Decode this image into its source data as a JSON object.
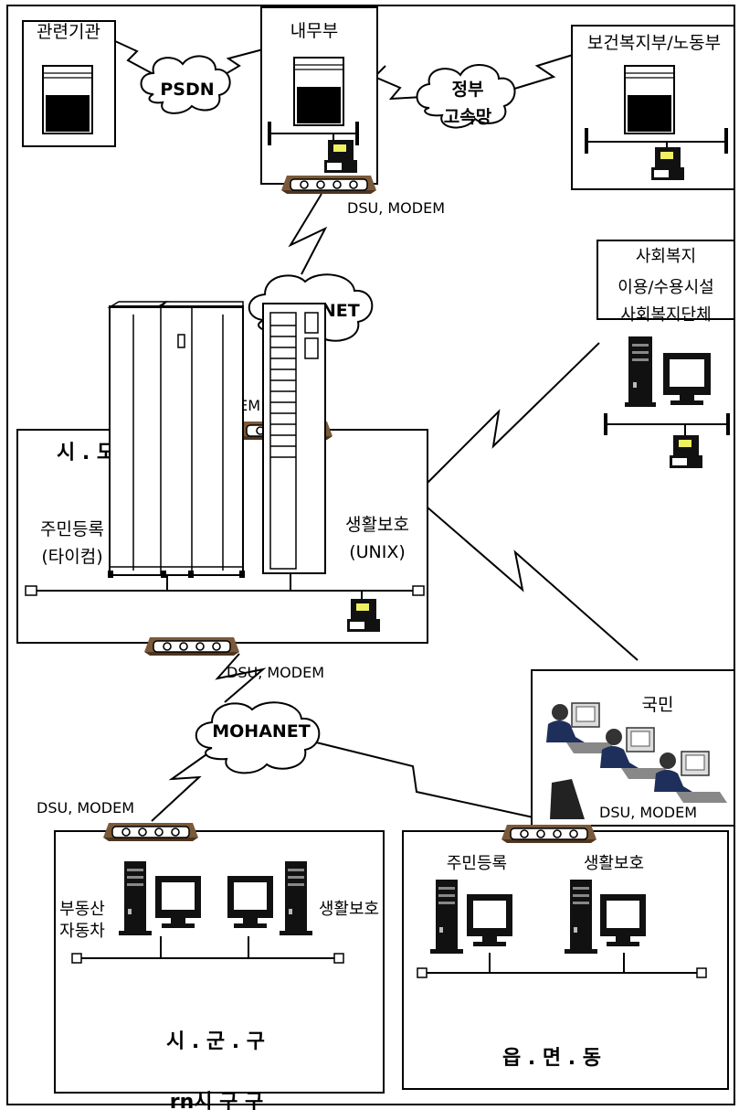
{
  "nodes": {
    "related_org": "관련기관",
    "psdn": "PSDN",
    "mogaha": "내무부",
    "gov_net_line1": "정부",
    "gov_net_line2": "고속망",
    "welfare_ministry": "보건복지부/노동부",
    "dsu_modem": "DSU, MODEM",
    "mohanet": "MOHANET",
    "welfare_line1": "사회복지",
    "welfare_line2": "이용/수용시설",
    "welfare_line3": "사회복지단체",
    "sido": "시 . 도",
    "resident_reg": "주민등록",
    "tycom": "(타이컴)",
    "livelihood": "생활보호",
    "unix": "(UNIX)",
    "citizens": "국민",
    "realestate": "부동산",
    "vehicle": "자동차",
    "sigungu": "시 . 군 . 구",
    "eupmyeondong": "읍 . 면 . 동",
    "bottom_caption": "rn시  구  구"
  }
}
